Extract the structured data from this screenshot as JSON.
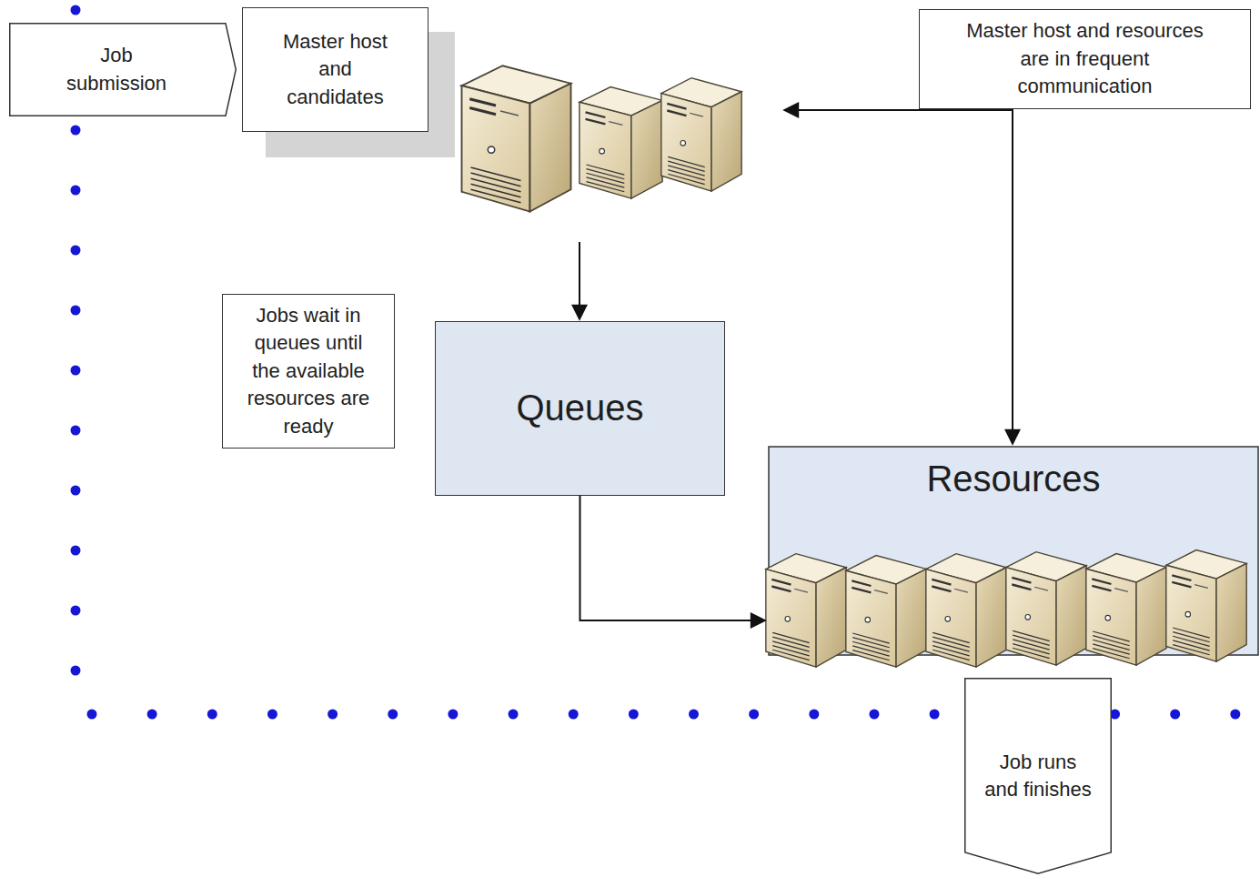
{
  "diagram": {
    "nodes": [
      {
        "text": [
          "Job submission"
        ]
      },
      {
        "text": [
          "Master host and candidates"
        ]
      },
      {
        "text": [
          "Master host and resources are in frequent communication"
        ]
      },
      {
        "text": [
          "Jobs wait in queues until the available resources are ready"
        ]
      },
      {
        "text": [
          "Queues"
        ]
      },
      {
        "text": [
          "Resources"
        ]
      },
      {
        "text": [
          "Job runs and finishes"
        ]
      }
    ],
    "edges": [
      {
        "from": 4,
        "to": 5,
        "arrow": "to"
      }
    ]
  }
}
